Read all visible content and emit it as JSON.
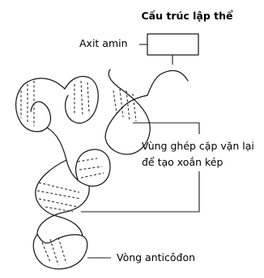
{
  "title": "Cấu trúc lập thể",
  "labels": {
    "amino_acid": "Axit amin",
    "pairing_line1": "Vùng ghép cặp vặn lại",
    "pairing_line2": "để tạo xoắn kép",
    "anticodon": "Vòng anticôđon"
  }
}
